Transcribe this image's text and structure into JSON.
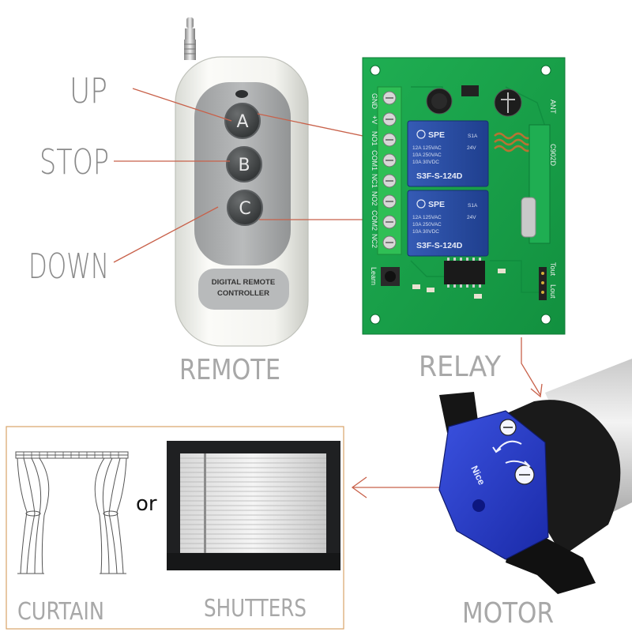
{
  "remote": {
    "buttons": [
      "A",
      "B",
      "C"
    ],
    "plate_line1": "DIGITAL REMOTE",
    "plate_line2": "CONTROLLER"
  },
  "labels": {
    "up": "UP",
    "stop": "STOP",
    "down": "DOWN",
    "remote": "REMOTE",
    "relay": "RELAY",
    "motor": "MOTOR",
    "curtain": "CURTAIN",
    "shutters": "SHUTTERS",
    "or": "or"
  },
  "relay_board": {
    "terminals": [
      "GND",
      "+V",
      "NO1",
      "COM1",
      "NC1",
      "NO2",
      "COM2",
      "NC2"
    ],
    "relays": [
      {
        "brand": "SPE",
        "model": "S3F-S-124D",
        "spec1": "12A 125VAC",
        "spec2": "10A 250VAC",
        "spec3": "10A 30VDC",
        "coil": "24V",
        "tag": "S1A"
      },
      {
        "brand": "SPE",
        "model": "S3F-S-124D",
        "spec1": "12A 125VAC",
        "spec2": "10A 250VAC",
        "spec3": "10A 30VDC",
        "coil": "24V",
        "tag": "S1A"
      }
    ],
    "ant_label": "ANT",
    "module_label": "C902D",
    "learn_label": "Learn",
    "tout_label": "Tout",
    "lout_label": "Lout"
  },
  "motor": {
    "brand": "Nice"
  },
  "colors": {
    "pointer_line": "#c8614a",
    "label_gray": "#8a8a8a",
    "pcb_green": "#17a04a",
    "relay_blue": "#2b4fa8",
    "motor_blue": "#2236c8",
    "frame_orange": "#d9a469"
  }
}
